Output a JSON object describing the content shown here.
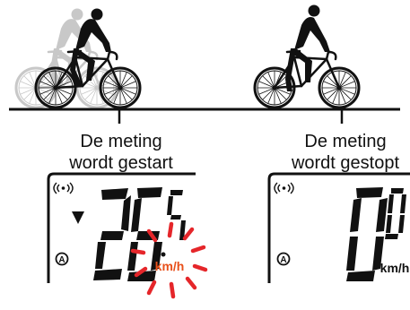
{
  "captions": {
    "start": {
      "line1": "De meting",
      "line2": "wordt gestart"
    },
    "stop": {
      "line1": "De meting",
      "line2": "wordt gestopt"
    }
  },
  "displays": {
    "start": {
      "speed_digits": "265",
      "unit": "km/h",
      "unit_flashing": true,
      "mode_symbol": "A",
      "arrow": "down-triangle"
    },
    "stop": {
      "speed_digits": "00",
      "unit": "km/h",
      "unit_flashing": false,
      "mode_symbol": "A"
    }
  },
  "colors": {
    "accent": "#e5262a",
    "unit_flash": "#e8501a",
    "ink": "#111111",
    "ghost": "#c8c8c8"
  }
}
